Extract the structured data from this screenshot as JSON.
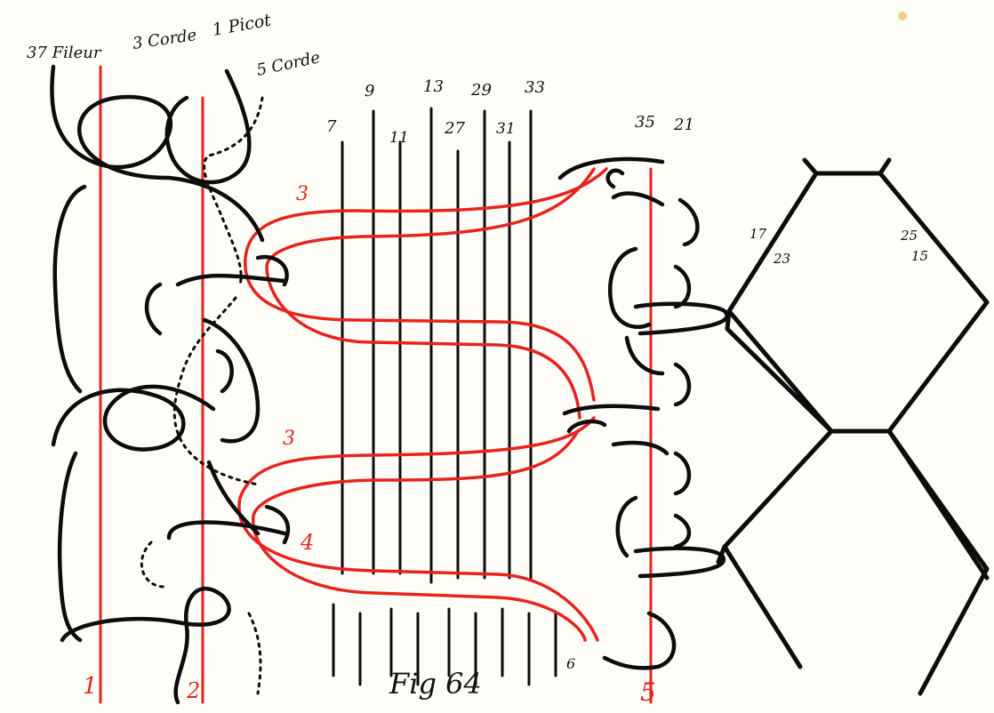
{
  "header_labels": {
    "filetes": "37 Fileur",
    "corde3": "3 Corde",
    "picot": "1 Picot",
    "corde5": "5 Corde"
  },
  "warp_numbers": {
    "n7": "7",
    "n9": "9",
    "n11": "11",
    "n13": "13",
    "n27": "27",
    "n29": "29",
    "n31": "31",
    "n33": "33",
    "n35": "35",
    "n21": "21"
  },
  "red_labels": {
    "r3a": "3",
    "r3b": "3",
    "r4": "4",
    "b1": "1",
    "b2": "2",
    "b5": "5"
  },
  "mesh_numbers": {
    "m17": "17",
    "m23": "23",
    "m25": "25",
    "m15": "15"
  },
  "small_labels": {
    "six": "6"
  },
  "caption": "Fig 64",
  "colors": {
    "ink": "#0c0c0c",
    "red": "#e8231c",
    "paper": "#fffdf8",
    "dot": "#f2d27a"
  }
}
